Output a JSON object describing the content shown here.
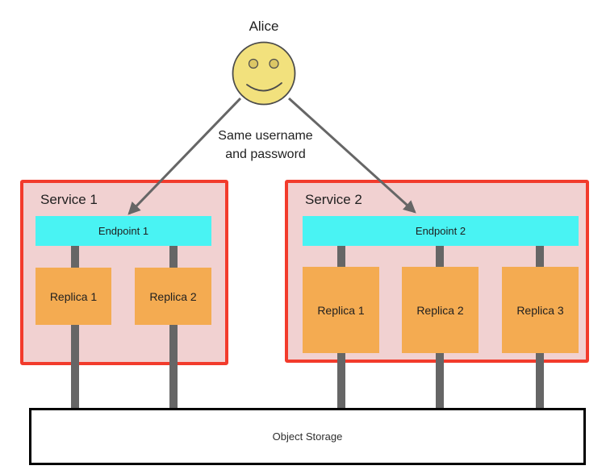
{
  "actor": {
    "name": "Alice"
  },
  "annotation": {
    "line1": "Same username",
    "line2": "and password"
  },
  "services": [
    {
      "name": "Service 1",
      "endpoint": "Endpoint 1",
      "replicas": [
        "Replica 1",
        "Replica 2"
      ]
    },
    {
      "name": "Service 2",
      "endpoint": "Endpoint 2",
      "replicas": [
        "Replica 1",
        "Replica 2",
        "Replica 3"
      ]
    }
  ],
  "storage": {
    "label": "Object Storage"
  },
  "icons": {
    "actor": "smiley-face-icon",
    "arrows": "arrow-down-diagonal"
  },
  "colors": {
    "service-border": "#f23b2c",
    "service-fill": "#f1d1d1",
    "endpoint-fill": "#49f3f3",
    "replica-fill": "#f4ab51",
    "actor-fill": "#f2e17d",
    "actor-eye-fill": "#dcc765",
    "connector": "#666666",
    "arrow": "#666666",
    "storage-border": "#000000",
    "text": "#1f1f1f"
  }
}
